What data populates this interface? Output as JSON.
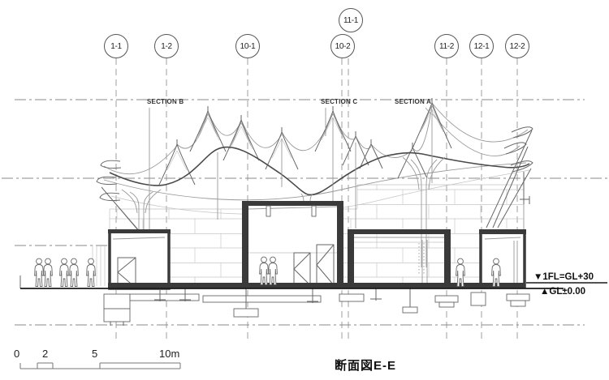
{
  "drawing": {
    "title": "断面図E-E",
    "grid_bubbles": [
      {
        "label": "1-1"
      },
      {
        "label": "1-2"
      },
      {
        "label": "10-1"
      },
      {
        "label": "11-1"
      },
      {
        "label": "10-2"
      },
      {
        "label": "11-2"
      },
      {
        "label": "12-1"
      },
      {
        "label": "12-2"
      }
    ],
    "section_labels": [
      {
        "label": "SECTION B"
      },
      {
        "label": "SECTION C"
      },
      {
        "label": "SECTION A"
      }
    ],
    "levels": {
      "first_floor": "▼1FL=GL+30",
      "ground": "▲GL±0.00"
    },
    "scale_bar": {
      "ticks": [
        "0",
        "2",
        "5",
        "10m"
      ]
    },
    "colors": {
      "ink": "#1a1a1a",
      "cut": "#3a3a3a",
      "medium": "#666666",
      "light": "#999999",
      "faint": "#c3c3c3",
      "grid": "#888888",
      "paper": "#ffffff"
    }
  }
}
